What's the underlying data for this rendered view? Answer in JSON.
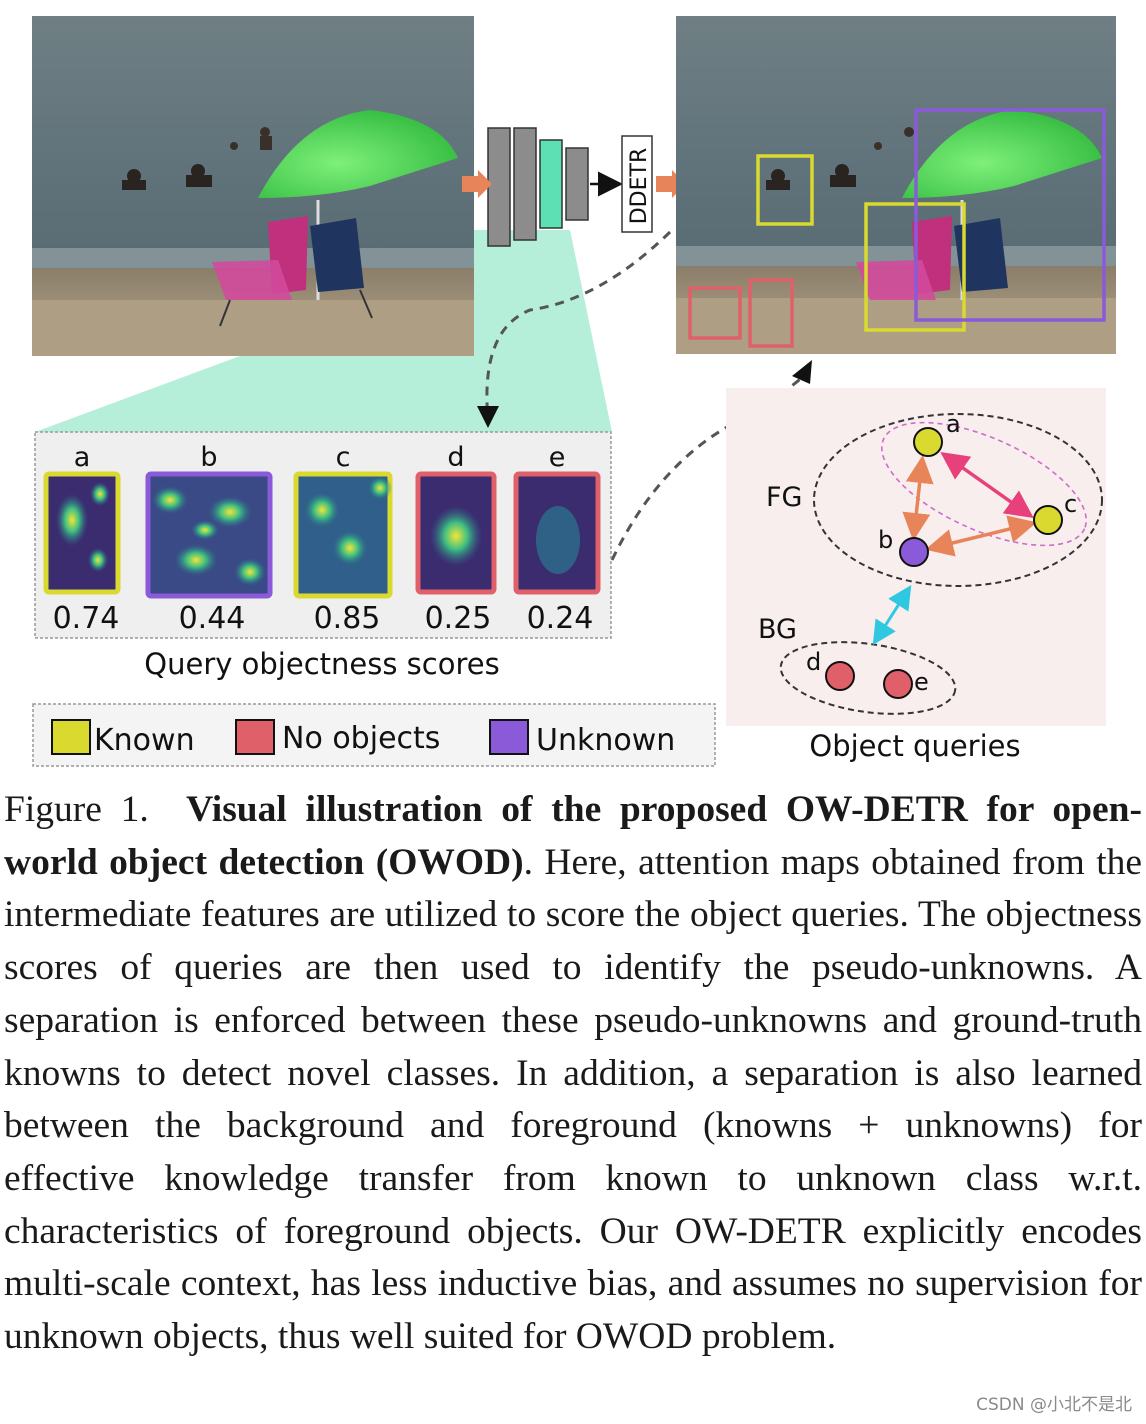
{
  "figure": {
    "backbone_label": "DDETR",
    "scores_title": "Query objectness scores",
    "queries_title": "Object queries",
    "fg_label": "FG",
    "bg_label": "BG",
    "queries": [
      {
        "letter": "a",
        "score": "0.74",
        "class": "known"
      },
      {
        "letter": "b",
        "score": "0.44",
        "class": "unknown"
      },
      {
        "letter": "c",
        "score": "0.85",
        "class": "known"
      },
      {
        "letter": "d",
        "score": "0.25",
        "class": "no_objects"
      },
      {
        "letter": "e",
        "score": "0.24",
        "class": "no_objects"
      }
    ],
    "legend": [
      {
        "label": "Known",
        "color": "#d9d930"
      },
      {
        "label": "No objects",
        "color": "#e0606a"
      },
      {
        "label": "Unknown",
        "color": "#8a5ad8"
      }
    ],
    "colors": {
      "known": "#d9d930",
      "no_objects": "#e0606a",
      "unknown": "#8a5ad8",
      "attention_region": "#a8ecd4",
      "arrow": "#e8845a",
      "pink_arrow": "#e8407a",
      "cyan_arrow": "#30c8e0"
    }
  },
  "caption": {
    "prefix": "Figure 1.",
    "title": "Visual illustration of the proposed OW-DETR for open-world object detection (OWOD)",
    "body": ". Here, attention maps obtained from the intermediate features are utilized to score the object queries. The objectness scores of queries are then used to identify the pseudo-unknowns. A separation is enforced between these pseudo-unknowns and ground-truth knowns to detect novel classes. In addition, a separation is also learned between the background and foreground (knowns + unknowns) for effective knowledge transfer from known to unknown class w.r.t. characteristics of foreground objects. Our OW-DETR explicitly encodes multi-scale context, has less inductive bias, and assumes no supervision for unknown objects, thus well suited for OWOD problem."
  },
  "watermark": "CSDN @小北不是北"
}
